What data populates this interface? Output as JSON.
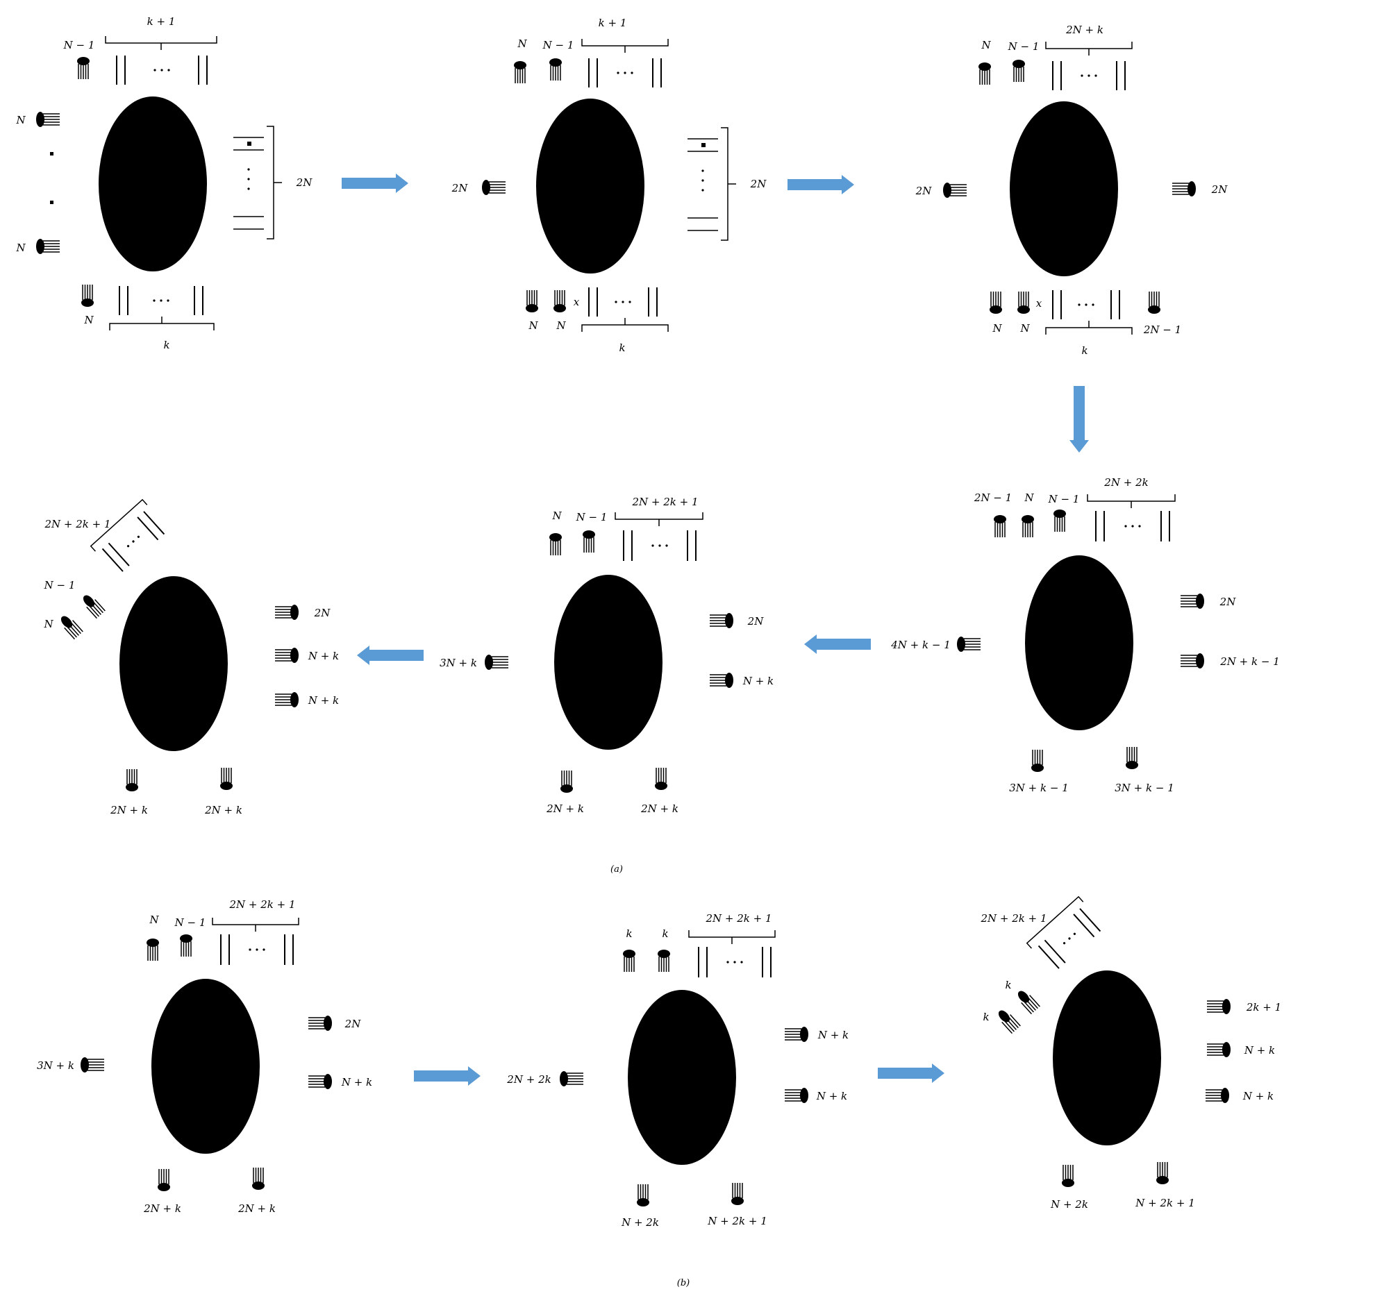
{
  "caption_a": "(a)",
  "caption_b": "(b)",
  "arrow_color": "#5b9bd5",
  "panels": [
    {
      "id": "a1",
      "labels": {
        "top_bracket": "k + 1",
        "top_brane": "N − 1",
        "left_top": "N",
        "left_bottom": "N",
        "right_bracket": "2N",
        "bottom_brane": "N",
        "bottom_bracket": "k"
      }
    },
    {
      "id": "a2",
      "labels": {
        "top_bracket": "k + 1",
        "top_brane_1": "N",
        "top_brane_2": "N − 1",
        "left": "2N",
        "right_bracket": "2N",
        "bottom_brane_1": "N",
        "bottom_brane_2": "N",
        "bottom_bracket": "k",
        "cross": "x"
      }
    },
    {
      "id": "a3",
      "labels": {
        "top_bracket": "2N + k",
        "top_brane_1": "N",
        "top_brane_2": "N − 1",
        "left": "2N",
        "right": "2N",
        "bottom_brane_1": "N",
        "bottom_brane_2": "N",
        "bottom_bracket": "k",
        "bottom_right": "2N − 1",
        "cross": "x"
      }
    },
    {
      "id": "a4",
      "labels": {
        "top_bracket": "2N + 2k",
        "top_brane_1": "2N − 1",
        "top_brane_2": "N",
        "top_brane_3": "N − 1",
        "left": "4N + k − 1",
        "right_1": "2N",
        "right_2": "2N + k − 1",
        "bottom_1": "3N + k − 1",
        "bottom_2": "3N + k − 1"
      }
    },
    {
      "id": "a5",
      "labels": {
        "top_bracket": "2N + 2k + 1",
        "top_brane_1": "N",
        "top_brane_2": "N − 1",
        "left": "3N + k",
        "right_1": "2N",
        "right_2": "N + k",
        "bottom_1": "2N + k",
        "bottom_2": "2N + k"
      }
    },
    {
      "id": "a6",
      "labels": {
        "tilted_bracket": "2N + 2k + 1",
        "tilted_1": "N − 1",
        "tilted_2": "N",
        "right_1": "2N",
        "right_2": "N + k",
        "right_3": "N + k",
        "bottom_1": "2N + k",
        "bottom_2": "2N + k"
      }
    },
    {
      "id": "b1",
      "labels": {
        "top_bracket": "2N + 2k + 1",
        "top_brane_1": "N",
        "top_brane_2": "N − 1",
        "left": "3N + k",
        "right_1": "2N",
        "right_2": "N + k",
        "bottom_1": "2N + k",
        "bottom_2": "2N + k"
      }
    },
    {
      "id": "b2",
      "labels": {
        "top_bracket": "2N + 2k + 1",
        "top_brane_1": "k",
        "top_brane_2": "k",
        "left": "2N + 2k",
        "right_1": "N + k",
        "right_2": "N + k",
        "bottom_1": "N + 2k",
        "bottom_2": "N + 2k + 1"
      }
    },
    {
      "id": "b3",
      "labels": {
        "tilted_bracket": "2N + 2k + 1",
        "tilted_1": "k",
        "tilted_2": "k",
        "right_1": "2k + 1",
        "right_2": "N + k",
        "right_3": "N + k",
        "bottom_1": "N + 2k",
        "bottom_2": "N + 2k + 1"
      }
    }
  ]
}
